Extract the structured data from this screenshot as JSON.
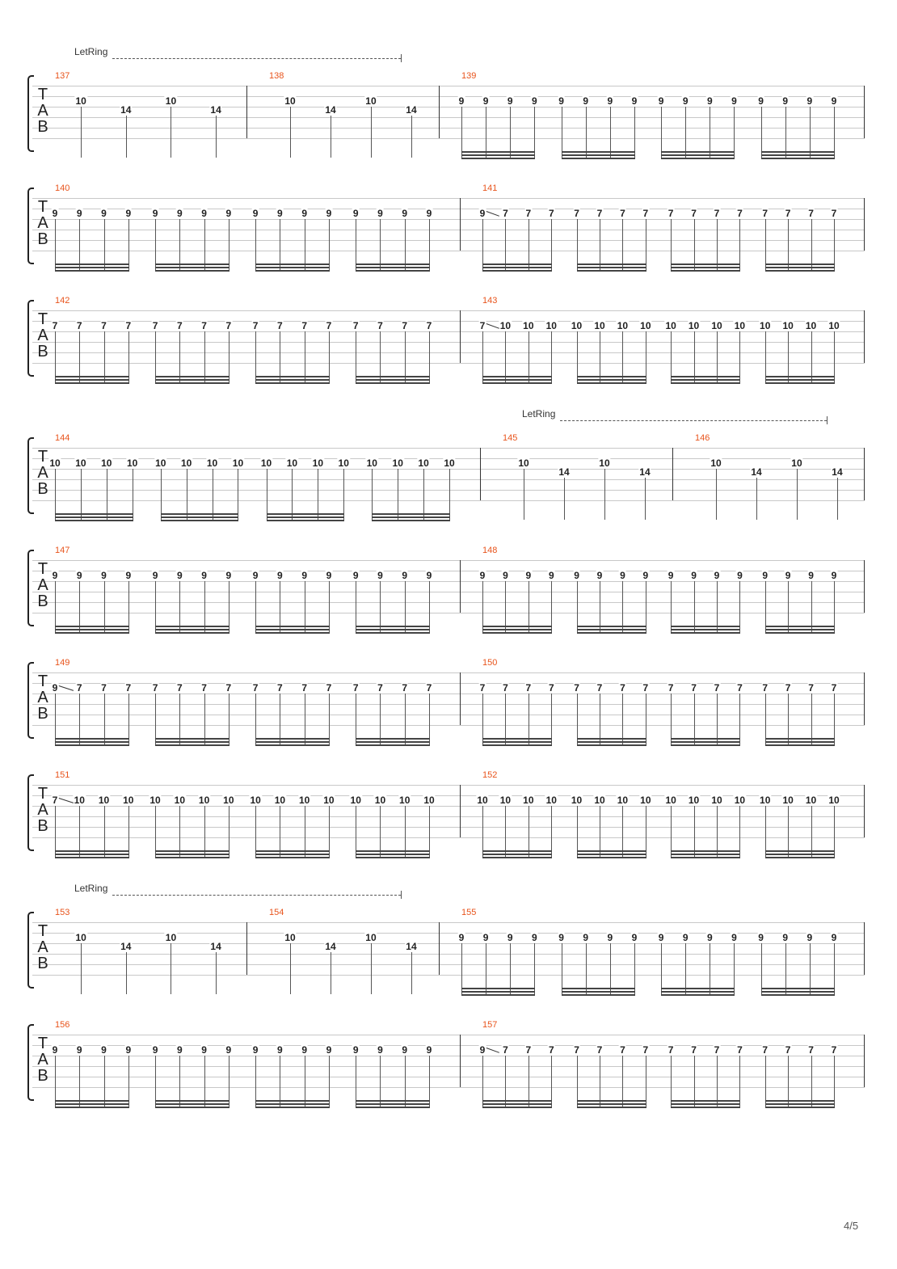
{
  "page_number": "4/5",
  "tab_letters": [
    "T",
    "A",
    "B"
  ],
  "let_ring_label": "LetRing",
  "systems": [
    {
      "let_ring": [
        [
          137,
          138
        ]
      ],
      "measures": [
        {
          "number": "137",
          "pattern": "ring",
          "notes": [
            "10",
            "14",
            "10",
            "14"
          ]
        },
        {
          "number": "138",
          "pattern": "ring",
          "notes": [
            "10",
            "14",
            "10",
            "14"
          ]
        },
        {
          "number": "139",
          "pattern": "sixteenths",
          "notes": [
            "9",
            "9",
            "9",
            "9",
            "9",
            "9",
            "9",
            "9",
            "9",
            "9",
            "9",
            "9",
            "9",
            "9",
            "9",
            "9"
          ]
        }
      ]
    },
    {
      "let_ring": [],
      "measures": [
        {
          "number": "140",
          "pattern": "sixteenths",
          "notes": [
            "9",
            "9",
            "9",
            "9",
            "9",
            "9",
            "9",
            "9",
            "9",
            "9",
            "9",
            "9",
            "9",
            "9",
            "9",
            "9"
          ]
        },
        {
          "number": "141",
          "pattern": "sixteenths",
          "slide": true,
          "notes": [
            "9",
            "7",
            "7",
            "7",
            "7",
            "7",
            "7",
            "7",
            "7",
            "7",
            "7",
            "7",
            "7",
            "7",
            "7",
            "7"
          ]
        }
      ]
    },
    {
      "let_ring": [],
      "measures": [
        {
          "number": "142",
          "pattern": "sixteenths",
          "notes": [
            "7",
            "7",
            "7",
            "7",
            "7",
            "7",
            "7",
            "7",
            "7",
            "7",
            "7",
            "7",
            "7",
            "7",
            "7",
            "7"
          ]
        },
        {
          "number": "143",
          "pattern": "sixteenths",
          "slide": true,
          "notes": [
            "7",
            "10",
            "10",
            "10",
            "10",
            "10",
            "10",
            "10",
            "10",
            "10",
            "10",
            "10",
            "10",
            "10",
            "10",
            "10"
          ]
        }
      ]
    },
    {
      "let_ring": [
        [
          145,
          146
        ]
      ],
      "measures": [
        {
          "number": "144",
          "pattern": "sixteenths",
          "notes": [
            "10",
            "10",
            "10",
            "10",
            "10",
            "10",
            "10",
            "10",
            "10",
            "10",
            "10",
            "10",
            "10",
            "10",
            "10",
            "10"
          ]
        },
        {
          "number": "145",
          "pattern": "ring",
          "notes": [
            "10",
            "14",
            "10",
            "14"
          ]
        },
        {
          "number": "146",
          "pattern": "ring",
          "notes": [
            "10",
            "14",
            "10",
            "14"
          ]
        }
      ]
    },
    {
      "let_ring": [],
      "measures": [
        {
          "number": "147",
          "pattern": "sixteenths",
          "notes": [
            "9",
            "9",
            "9",
            "9",
            "9",
            "9",
            "9",
            "9",
            "9",
            "9",
            "9",
            "9",
            "9",
            "9",
            "9",
            "9"
          ]
        },
        {
          "number": "148",
          "pattern": "sixteenths",
          "notes": [
            "9",
            "9",
            "9",
            "9",
            "9",
            "9",
            "9",
            "9",
            "9",
            "9",
            "9",
            "9",
            "9",
            "9",
            "9",
            "9"
          ]
        }
      ]
    },
    {
      "let_ring": [],
      "measures": [
        {
          "number": "149",
          "pattern": "sixteenths",
          "slide": true,
          "notes": [
            "9",
            "7",
            "7",
            "7",
            "7",
            "7",
            "7",
            "7",
            "7",
            "7",
            "7",
            "7",
            "7",
            "7",
            "7",
            "7"
          ]
        },
        {
          "number": "150",
          "pattern": "sixteenths",
          "notes": [
            "7",
            "7",
            "7",
            "7",
            "7",
            "7",
            "7",
            "7",
            "7",
            "7",
            "7",
            "7",
            "7",
            "7",
            "7",
            "7"
          ]
        }
      ]
    },
    {
      "let_ring": [],
      "measures": [
        {
          "number": "151",
          "pattern": "sixteenths",
          "slide": true,
          "notes": [
            "7",
            "10",
            "10",
            "10",
            "10",
            "10",
            "10",
            "10",
            "10",
            "10",
            "10",
            "10",
            "10",
            "10",
            "10",
            "10"
          ]
        },
        {
          "number": "152",
          "pattern": "sixteenths",
          "notes": [
            "10",
            "10",
            "10",
            "10",
            "10",
            "10",
            "10",
            "10",
            "10",
            "10",
            "10",
            "10",
            "10",
            "10",
            "10",
            "10"
          ]
        }
      ]
    },
    {
      "let_ring": [
        [
          153,
          154
        ]
      ],
      "measures": [
        {
          "number": "153",
          "pattern": "ring",
          "notes": [
            "10",
            "14",
            "10",
            "14"
          ]
        },
        {
          "number": "154",
          "pattern": "ring",
          "notes": [
            "10",
            "14",
            "10",
            "14"
          ]
        },
        {
          "number": "155",
          "pattern": "sixteenths",
          "notes": [
            "9",
            "9",
            "9",
            "9",
            "9",
            "9",
            "9",
            "9",
            "9",
            "9",
            "9",
            "9",
            "9",
            "9",
            "9",
            "9"
          ]
        }
      ]
    },
    {
      "let_ring": [],
      "measures": [
        {
          "number": "156",
          "pattern": "sixteenths",
          "notes": [
            "9",
            "9",
            "9",
            "9",
            "9",
            "9",
            "9",
            "9",
            "9",
            "9",
            "9",
            "9",
            "9",
            "9",
            "9",
            "9"
          ]
        },
        {
          "number": "157",
          "pattern": "sixteenths",
          "slide": true,
          "notes": [
            "9",
            "7",
            "7",
            "7",
            "7",
            "7",
            "7",
            "7",
            "7",
            "7",
            "7",
            "7",
            "7",
            "7",
            "7",
            "7"
          ]
        }
      ]
    }
  ]
}
